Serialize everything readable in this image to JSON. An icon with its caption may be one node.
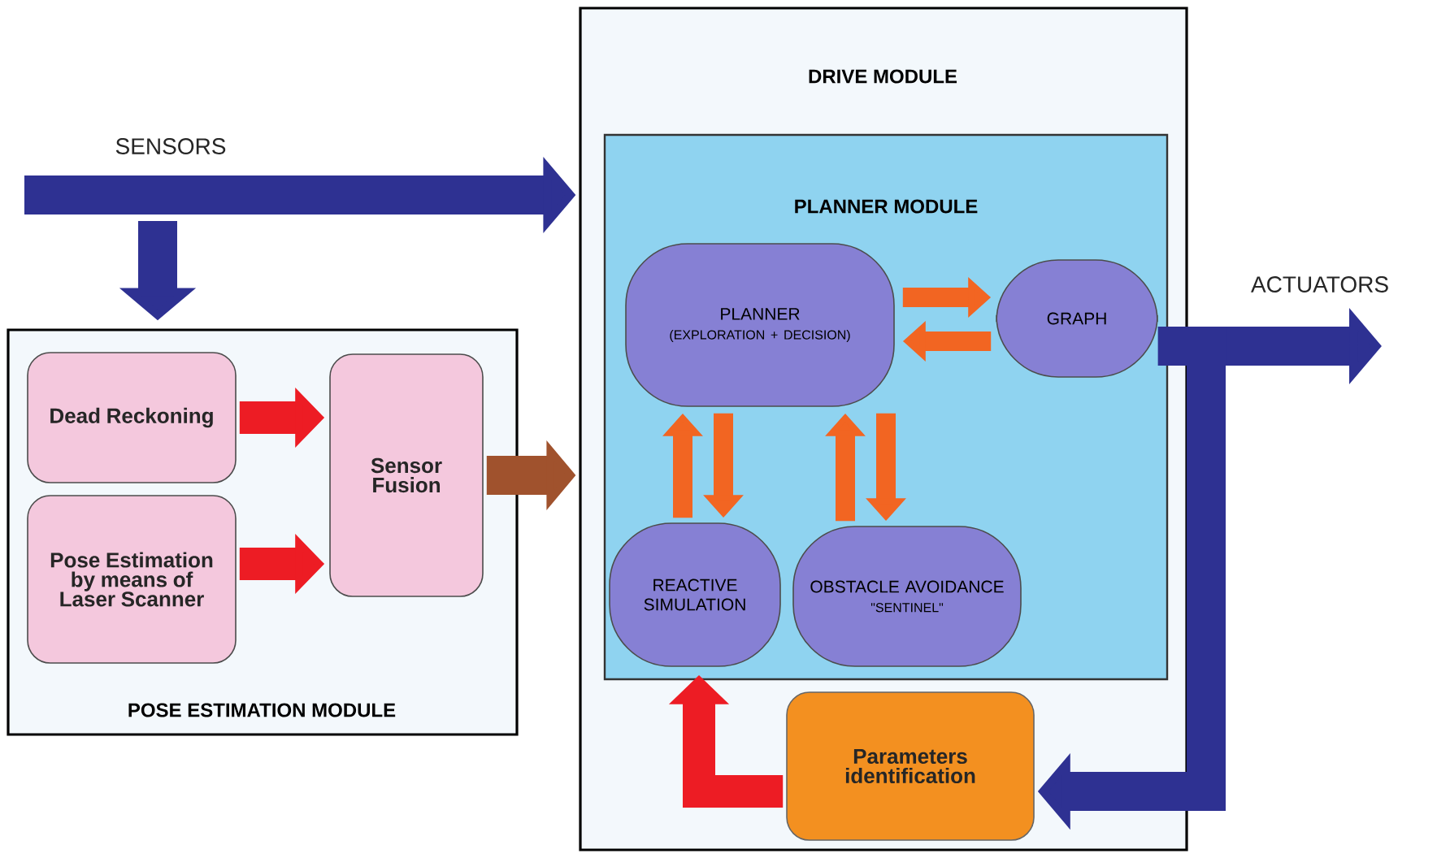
{
  "diagram": {
    "nodes": [
      {
        "text": [
          "DRIVE MODULE"
        ]
      },
      {
        "text": [
          "PLANNER MODULE"
        ],
        "in": 0
      },
      {
        "text": [
          "PLANNER",
          "(EXPLORATION + DECISION)"
        ],
        "in": 1
      },
      {
        "text": [
          "GRAPH"
        ],
        "in": 1
      },
      {
        "text": [
          "REACTIVE SIMULATION"
        ],
        "in": 1
      },
      {
        "text": [
          "OBSTACLE AVOIDANCE",
          "\"SENTINEL\""
        ],
        "in": 1
      },
      {
        "text": [
          "Parameters identification"
        ],
        "in": 0
      },
      {
        "text": [
          "POSE ESTIMATION MODULE"
        ]
      },
      {
        "text": [
          "Dead Reckoning"
        ],
        "in": 7
      },
      {
        "text": [
          "Pose Estimation by means of Laser Scanner"
        ],
        "in": 7
      },
      {
        "text": [
          "Sensor Fusion"
        ],
        "in": 7
      }
    ],
    "edges": [
      {
        "from": null,
        "to": 0,
        "arrow": "to",
        "label": "SENSORS",
        "color": "#2e3192"
      },
      {
        "from": null,
        "to": 7,
        "arrow": "to",
        "color": "#2e3192"
      },
      {
        "from": 8,
        "to": 10,
        "arrow": "to",
        "color": "#ed1c24"
      },
      {
        "from": 9,
        "to": 10,
        "arrow": "to",
        "color": "#ed1c24"
      },
      {
        "from": 10,
        "to": 0,
        "arrow": "to",
        "color": "#a0522d"
      },
      {
        "from": 2,
        "to": 3,
        "arrow": "to"
      },
      {
        "from": 3,
        "to": 2,
        "arrow": "to"
      },
      {
        "from": 2,
        "to": 4,
        "arrow": "to"
      },
      {
        "from": 4,
        "to": 2,
        "arrow": "to"
      },
      {
        "from": 2,
        "to": 5,
        "arrow": "to"
      },
      {
        "from": 5,
        "to": 2,
        "arrow": "to"
      },
      {
        "from": 3,
        "to": null,
        "arrow": "to",
        "label": "ACTUATORS",
        "color": "#2e3192"
      },
      {
        "from": 3,
        "to": 6,
        "arrow": "to",
        "color": "#2e3192"
      },
      {
        "from": 6,
        "to": 4,
        "arrow": "to",
        "color": "#ed1c24"
      }
    ]
  }
}
